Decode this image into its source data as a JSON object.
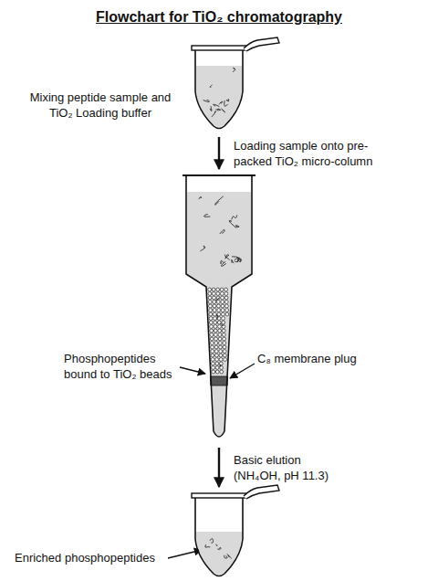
{
  "diagram": {
    "title": "Flowchart for TiO₂ chromatography",
    "nodes": [
      {
        "text": [
          "Mixing peptide sample and TiO₂ Loading buffer"
        ]
      },
      {
        "text": [
          "Phosphopeptides bound to TiO₂ beads",
          "C₈ membrane plug"
        ]
      },
      {
        "text": [
          "Enriched phosphopeptides"
        ]
      }
    ],
    "edges": [
      {
        "from": 0,
        "to": 1,
        "arrow": "to",
        "label": "Loading sample onto pre-packed TiO₂ micro-column"
      },
      {
        "from": 1,
        "to": 2,
        "arrow": "to",
        "label": "Basic elution (NH₄OH, pH 11.3)"
      }
    ]
  }
}
